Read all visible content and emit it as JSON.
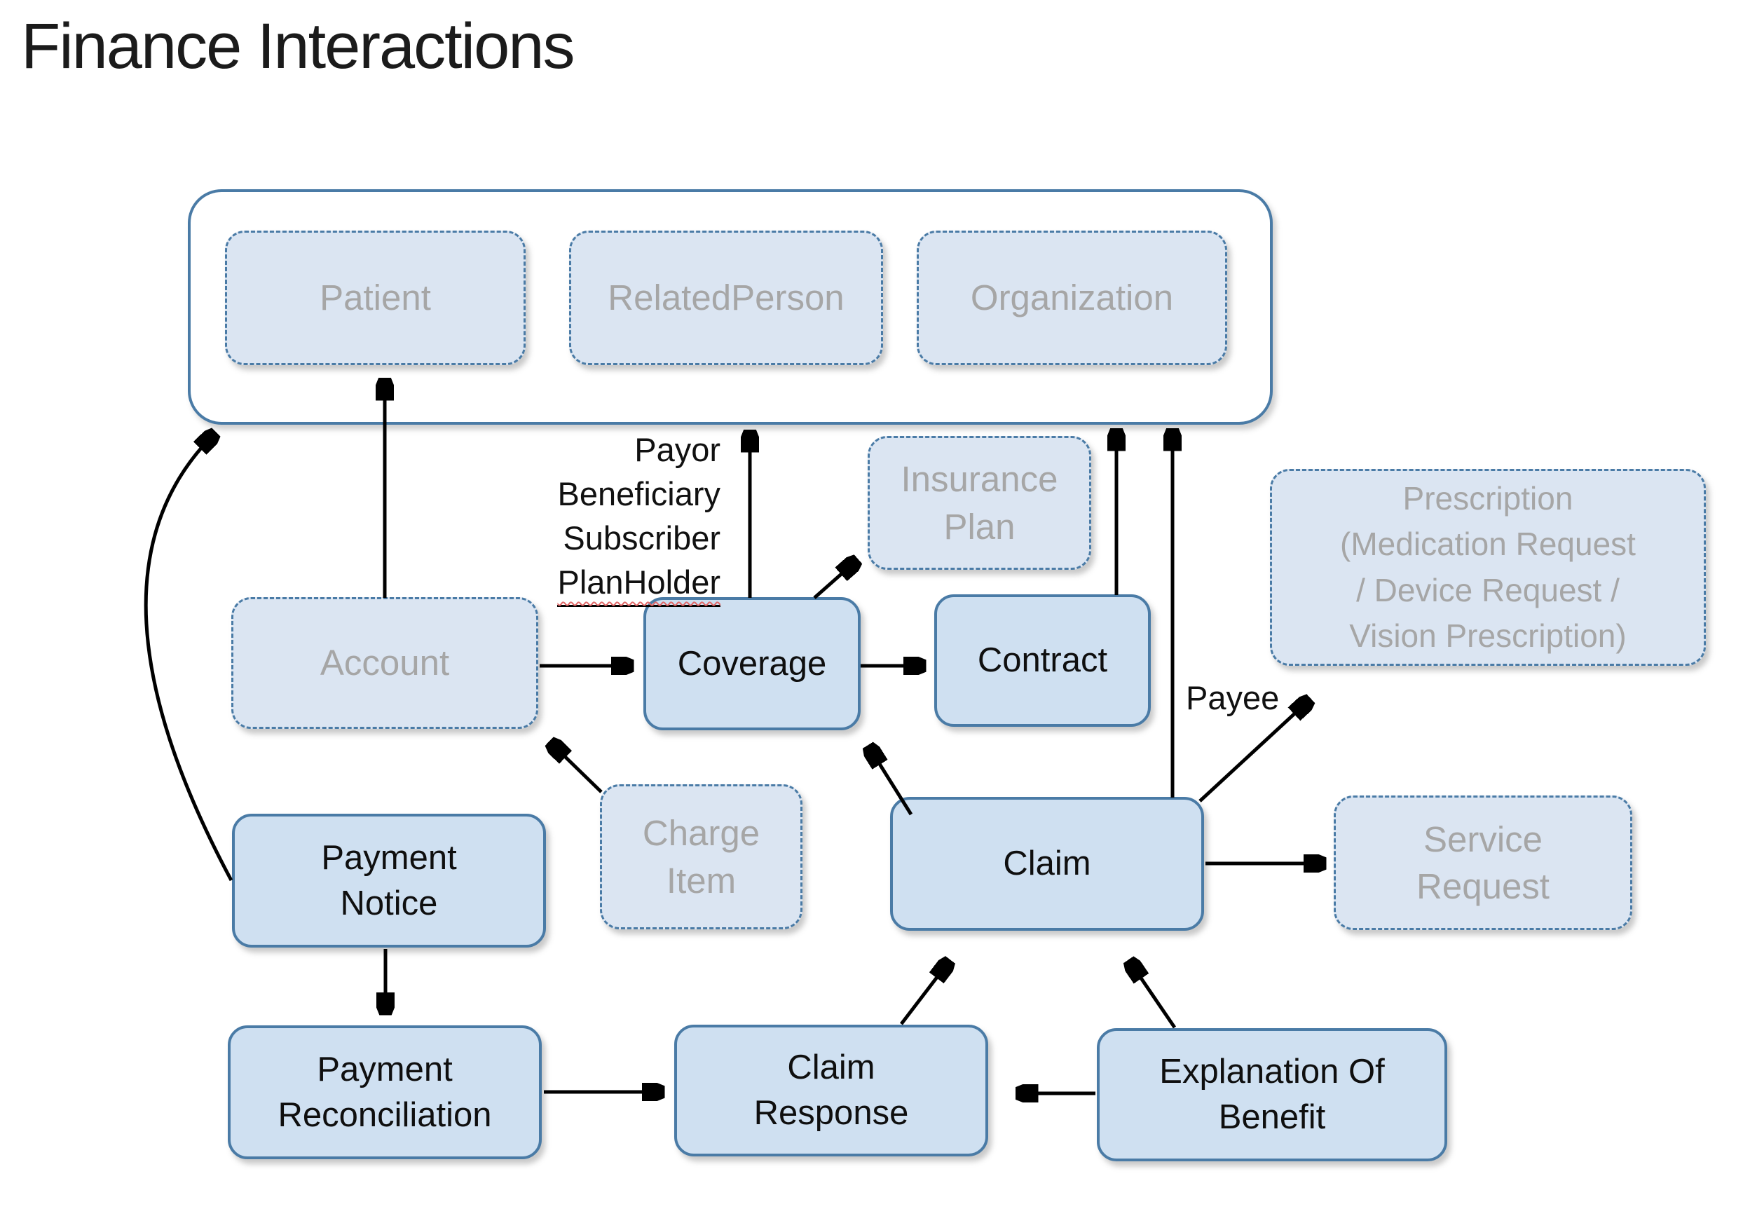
{
  "title": "Finance Interactions",
  "colors": {
    "solid_node_fill": "#cfe0f1",
    "dashed_node_fill": "#dbe5f2",
    "node_border": "#4a7ba6",
    "gray_text": "#a6a6a6",
    "black_text": "#0f0f0f",
    "arrow": "#000000",
    "spellcheck_underline": "#e06666"
  },
  "party_container": {
    "patient": "Patient",
    "related_person": "RelatedPerson",
    "organization": "Organization"
  },
  "nodes": {
    "insurance_plan": "Insurance\nPlan",
    "prescription": "Prescription\n(Medication Request\n/ Device Request /\nVision Prescription)",
    "account": "Account",
    "coverage": "Coverage",
    "contract": "Contract",
    "charge_item": "Charge\nItem",
    "claim": "Claim",
    "service_request": "Service\nRequest",
    "payment_notice": "Payment\nNotice",
    "payment_reconciliation": "Payment\nReconciliation",
    "claim_response": "Claim\nResponse",
    "explanation_of_benefit": "Explanation Of\nBenefit"
  },
  "labels": {
    "coverage_roles": [
      "Payor",
      "Beneficiary",
      "Subscriber"
    ],
    "coverage_role_underlined": "PlanHolder",
    "payee": "Payee"
  }
}
